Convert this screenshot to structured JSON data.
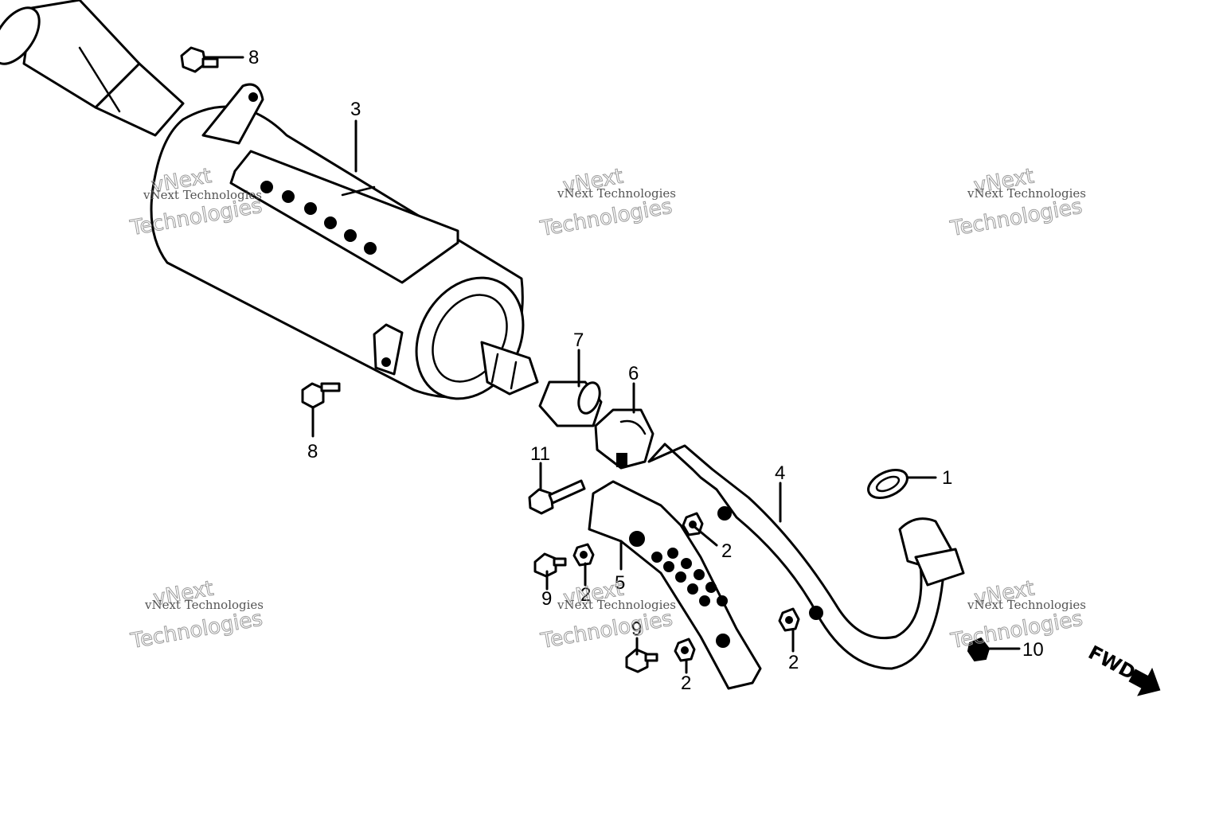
{
  "callouts": {
    "c1": "1",
    "c2a": "2",
    "c2b": "2",
    "c2c": "2",
    "c2d": "2",
    "c3": "3",
    "c4": "4",
    "c5": "5",
    "c6": "6",
    "c7": "7",
    "c8a": "8",
    "c8b": "8",
    "c9a": "9",
    "c9b": "9",
    "c10": "10",
    "c11": "11"
  },
  "fwd_label": "FWD",
  "watermark": {
    "line1": "vNext Technologies",
    "line2a": "vNext",
    "line2b": "Technologies"
  }
}
